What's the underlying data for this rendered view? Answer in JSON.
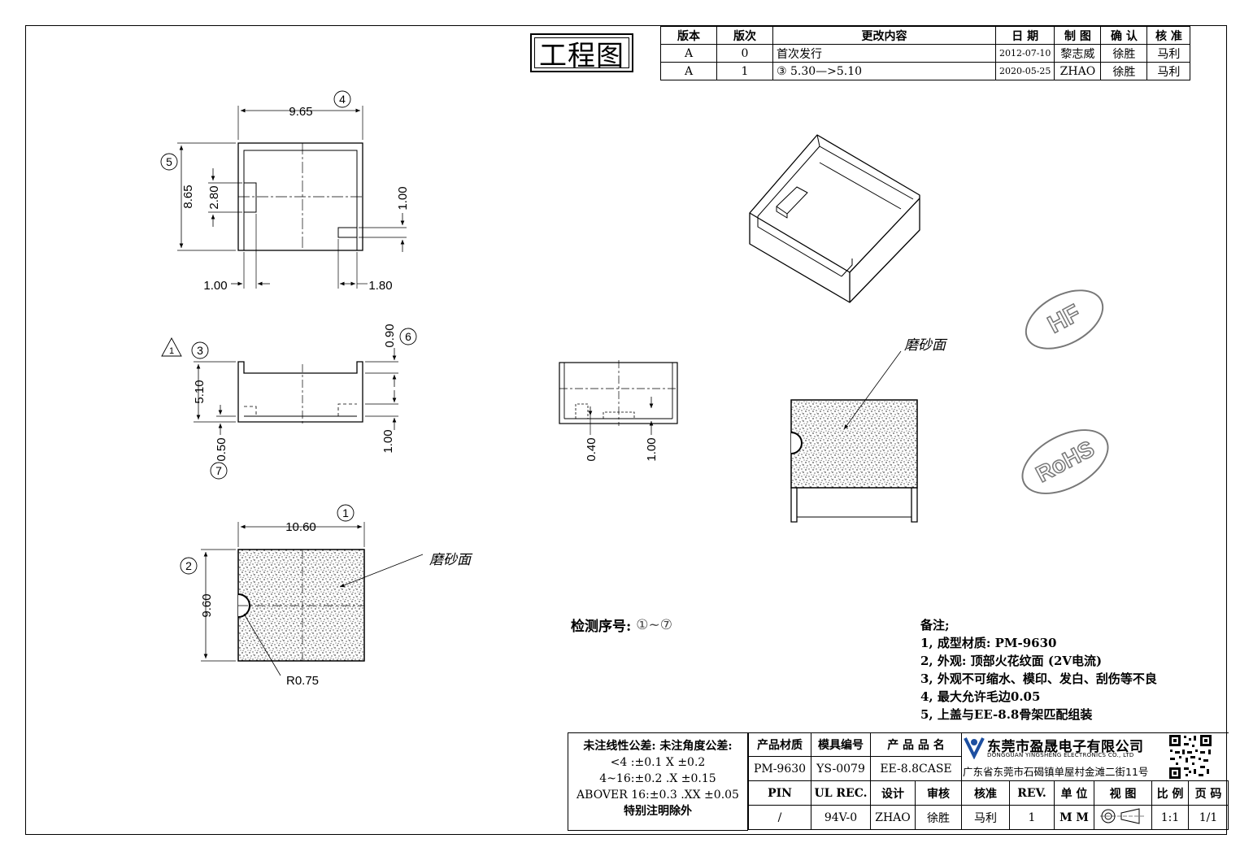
{
  "title": "工程图",
  "revision_table": {
    "headers": [
      "版本",
      "版次",
      "更改内容",
      "日 期",
      "制 图",
      "确 认",
      "核 准"
    ],
    "rows": [
      [
        "A",
        "0",
        "首次发行",
        "2012-07-10",
        "黎志威",
        "徐胜",
        "马利"
      ],
      [
        "A",
        "1",
        "③ 5.30—>5.10",
        "2020-05-25",
        "ZHAO",
        "徐胜",
        "马利"
      ]
    ]
  },
  "dimensions": {
    "top_width": "9.65",
    "top_height": "8.65",
    "slot_left_height": "2.80",
    "slot_right_height": "1.00",
    "slot_left_offset": "1.00",
    "slot_right_offset": "1.80",
    "front_height": "5.10",
    "front_lip": "0.90",
    "front_bottom": "0.50",
    "front_slot": "1.00",
    "bottom_width": "10.60",
    "bottom_height": "9.60",
    "radius": "R0.75",
    "side_a": "0.40",
    "side_b": "1.00"
  },
  "balloons": {
    "b1": "1",
    "b2": "2",
    "b3": "3",
    "b4": "4",
    "b5": "5",
    "b6": "6",
    "b7": "7",
    "rev_flag": "1"
  },
  "surface_label": "磨砂面",
  "inspection": {
    "label": "检测序号:",
    "sequence": "①~⑦"
  },
  "stamps": {
    "hf": "HF",
    "rohs": "RoHS"
  },
  "notes": {
    "title": "备注;",
    "items": [
      "1, 成型材质: PM-9630",
      "2, 外观: 顶部火花纹面 (2V电流)",
      "3, 外观不可缩水、模印、发白、刮伤等不良",
      "4, 最大允许毛边0.05",
      "5, 上盖与EE-8.8骨架匹配组装"
    ]
  },
  "tolerance": {
    "heading": "未注线性公差: 未注角度公差:",
    "lines": [
      "<4 :±0.1  X ±0.2",
      "4~16:±0.2  .X ±0.15",
      "ABOVER 16:±0.3  .XX ±0.05"
    ],
    "footer": "特别注明除外"
  },
  "title_block": {
    "material_label": "产品材质",
    "mold_label": "模具编号",
    "product_label": "产 品 品 名",
    "material": "PM-9630",
    "mold": "YS-0079",
    "product": "EE-8.8CASE",
    "pin_label": "PIN",
    "ul_label": "UL REC.",
    "design_label": "设计",
    "review_label": "审核",
    "approve_label": "核准",
    "rev_label": "REV.",
    "unit_label": "单 位",
    "view_label": "视 图",
    "scale_label": "比 例",
    "page_label": "页 码",
    "pin": "/",
    "ul": "94V-0",
    "design": "ZHAO",
    "review": "徐胜",
    "approve": "马利",
    "rev": "1",
    "unit": "M M",
    "scale": "1:1",
    "page": "1/1"
  },
  "company": {
    "name": "东莞市盈晟电子有限公司",
    "en": "DONGGUAN YINGSHENG ELECTRONICS CO., LTD",
    "address": "广东省东莞市石碣镇单屋村金滩二街11号"
  }
}
